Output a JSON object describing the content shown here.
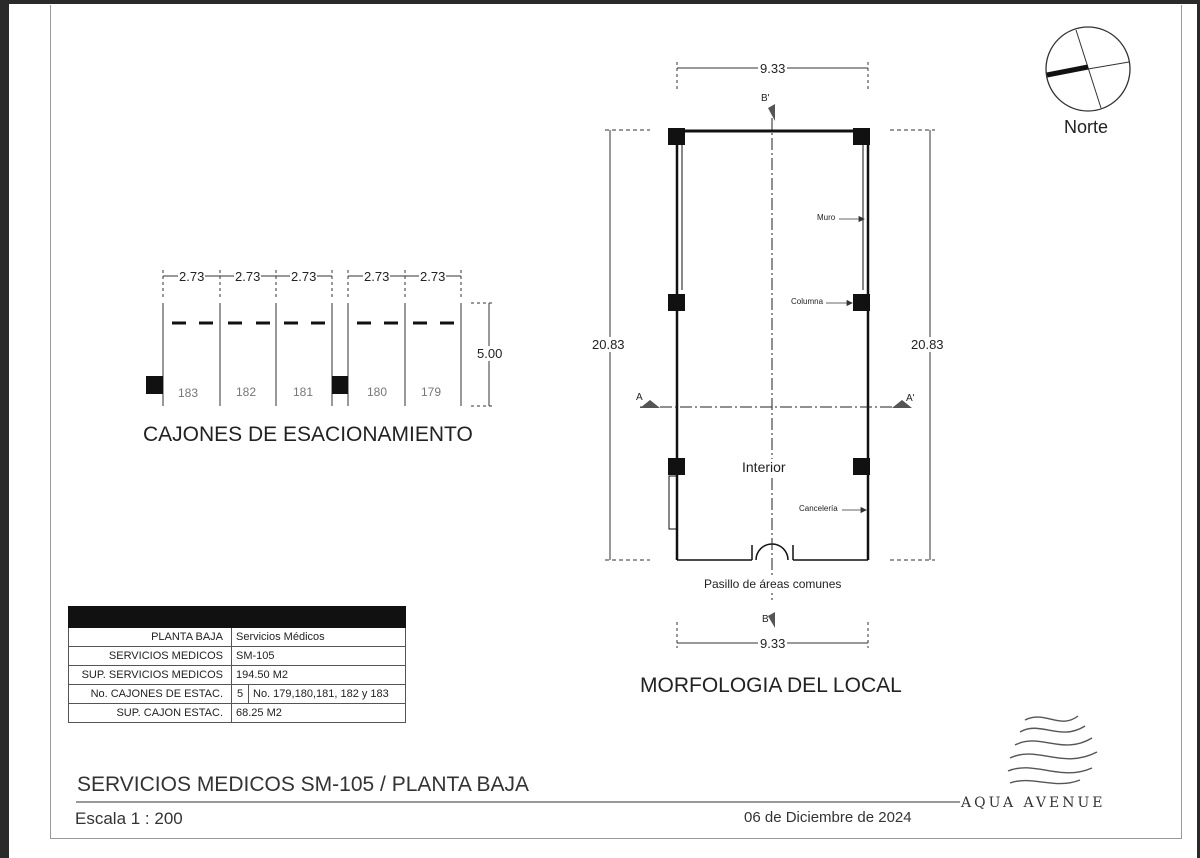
{
  "parking": {
    "widths": [
      "2.73",
      "2.73",
      "2.73",
      "2.73",
      "2.73"
    ],
    "depth": "5.00",
    "spaces": [
      "183",
      "182",
      "181",
      "180",
      "179"
    ],
    "title": "CAJONES DE ESACIONAMIENTO"
  },
  "plan": {
    "width_top": "9.33",
    "width_bottom": "9.33",
    "height_left": "20.83",
    "height_right": "20.83",
    "section_b_top": "B'",
    "section_b_bottom": "B",
    "section_a_left": "A",
    "section_a_right": "A'",
    "label_wall": "Muro",
    "label_column": "Columna",
    "label_glazing": "Cancelería",
    "label_interior": "Interior",
    "label_corridor": "Pasillo de áreas comunes",
    "title": "MORFOLOGIA DEL LOCAL"
  },
  "compass": {
    "label": "Norte"
  },
  "table": {
    "rows": [
      {
        "key": "PLANTA BAJA",
        "value": "Servicios Médicos"
      },
      {
        "key": "SERVICIOS MEDICOS",
        "value": "SM-105"
      },
      {
        "key": "SUP. SERVICIOS MEDICOS",
        "value": "194.50 M2"
      },
      {
        "key": "No. CAJONES DE ESTAC.",
        "count": "5",
        "value": "No. 179,180,181, 182 y 183"
      },
      {
        "key": "SUP. CAJON ESTAC.",
        "value": "68.25 M2"
      }
    ]
  },
  "footer": {
    "title": "SERVICIOS MEDICOS  SM-105 / PLANTA BAJA",
    "scale": "Escala 1 : 200",
    "date": "06 de Diciembre de 2024",
    "brand": "AQUA AVENUE"
  }
}
